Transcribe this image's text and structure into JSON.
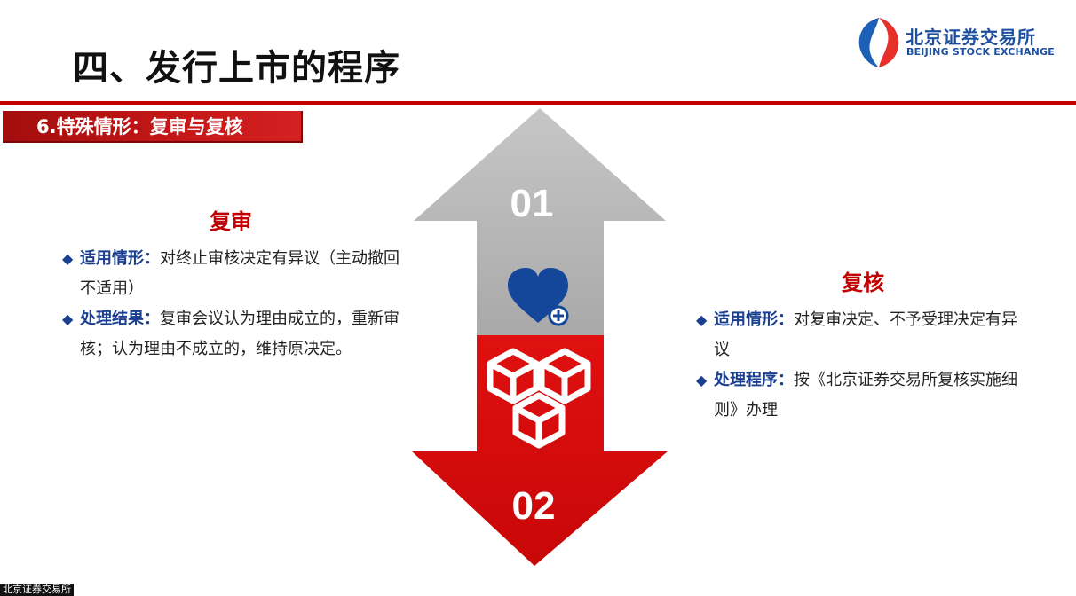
{
  "page": {
    "title": "四、发行上市的程序"
  },
  "logo": {
    "name_cn": "北京证券交易所",
    "name_en": "BEIJING STOCK EXCHANGE"
  },
  "section": {
    "label": "6.特殊情形：复审与复核"
  },
  "arrows": {
    "up_label": "01",
    "down_label": "02"
  },
  "left_panel": {
    "title": "复审",
    "items": [
      {
        "key": "适用情形：",
        "text": "对终止审核决定有异议（主动撤回不适用）"
      },
      {
        "key": "处理结果：",
        "text": "复审会议认为理由成立的，重新审核；认为理由不成立的，维持原决定。"
      }
    ]
  },
  "right_panel": {
    "title": "复核",
    "items": [
      {
        "key": "适用情形：",
        "text": "对复审决定、不予受理决定有异议"
      },
      {
        "key": "处理程序：",
        "text": "按《北京证券交易所复核实施细则》办理"
      }
    ]
  },
  "footer": {
    "watermark": "北京证券交易所"
  },
  "colors": {
    "accent_red": "#c00000",
    "key_blue": "#1b3f8f",
    "arrow_gray": "#b3b3b3",
    "arrow_red": "#d40b0b"
  },
  "icons": {
    "bullet": "diamond-bullet-icon",
    "heart": "heart-plus-icon",
    "cubes": "cubes-icon",
    "logo": "bse-logo-icon"
  }
}
